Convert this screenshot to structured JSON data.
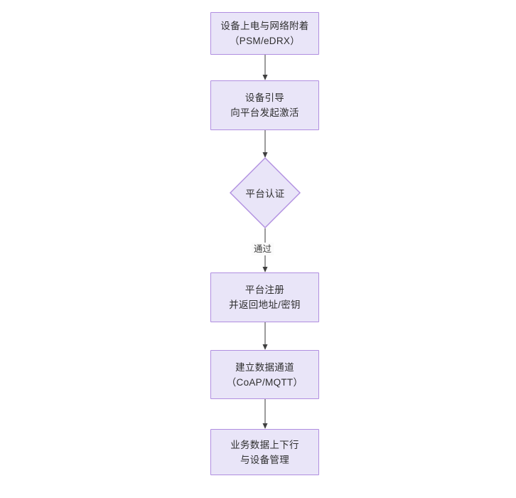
{
  "diagram": {
    "type": "flowchart",
    "orientation": "top-to-bottom",
    "theme": {
      "node_fill": "#e9e5f8",
      "node_border": "#b08ee0",
      "text_color": "#2f2f2f",
      "edge_color": "#4a4a4a",
      "background": "#ffffff"
    },
    "nodes": [
      {
        "id": "n1",
        "shape": "rectangle",
        "lines": [
          "设备上电与网络附着",
          "（PSM/eDRX）"
        ]
      },
      {
        "id": "n2",
        "shape": "rectangle",
        "lines": [
          "设备引导",
          "向平台发起激活"
        ]
      },
      {
        "id": "n3",
        "shape": "diamond",
        "lines": [
          "平台认证"
        ]
      },
      {
        "id": "n4",
        "shape": "rectangle",
        "lines": [
          "平台注册",
          "并返回地址/密钥"
        ]
      },
      {
        "id": "n5",
        "shape": "rectangle",
        "lines": [
          "建立数据通道",
          "（CoAP/MQTT）"
        ]
      },
      {
        "id": "n6",
        "shape": "rectangle",
        "lines": [
          "业务数据上下行",
          "与设备管理"
        ]
      }
    ],
    "edges": [
      {
        "id": "e1",
        "from": "n1",
        "to": "n2",
        "label": ""
      },
      {
        "id": "e2",
        "from": "n2",
        "to": "n3",
        "label": ""
      },
      {
        "id": "e3",
        "from": "n3",
        "to": "n4",
        "label": "通过"
      },
      {
        "id": "e4",
        "from": "n4",
        "to": "n5",
        "label": ""
      },
      {
        "id": "e5",
        "from": "n5",
        "to": "n6",
        "label": ""
      }
    ]
  }
}
